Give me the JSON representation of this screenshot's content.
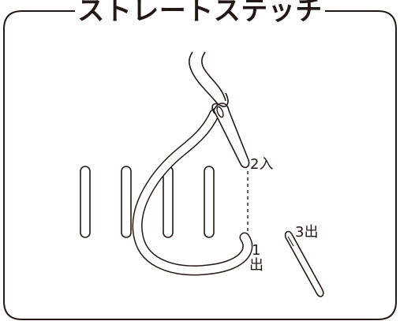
{
  "title": "ストレートステッチ",
  "labels": {
    "needle_in_2": "2入",
    "needle_out_1_number": "1",
    "needle_out_1_char": "出",
    "needle_out_3": "3出"
  },
  "colors": {
    "stroke": "#231815",
    "background": "#ffffff"
  }
}
